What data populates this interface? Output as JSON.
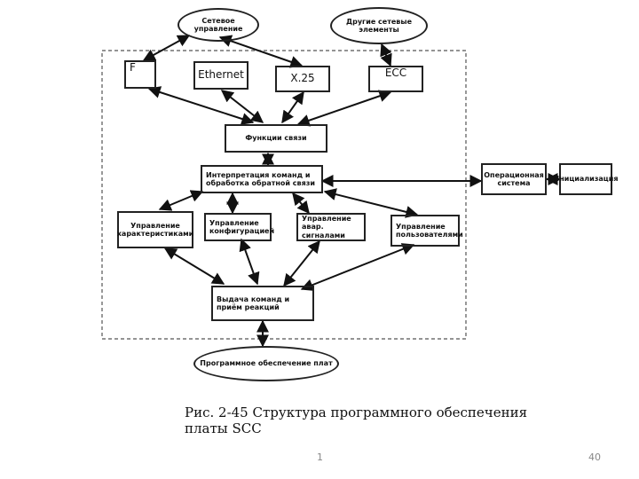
{
  "nodes": {
    "network_mgmt": "Сетевое управление",
    "other_elements": "Другие сетевые элементы",
    "f": "F",
    "ethernet": "Ethernet",
    "x25": "X.25",
    "ecc": "ECC",
    "link_functions": "Функции связи",
    "interpretation": "Интерпретация команд и обработка обратной связи",
    "op_system": "Операционная система",
    "initialization": "Инициализация",
    "char_mgmt": "Управление характеристиками",
    "config_mgmt": "Управление конфигурацией",
    "alarm_mgmt": "Управление авар. сигналами",
    "user_mgmt": "Управление пользователями",
    "cmd_output": "Выдача команд и приём реакций",
    "board_software": "Программное обеспечение плат"
  },
  "caption": "Рис. 2-45 Структура программного обеспечения платы SCC",
  "page": {
    "left": "1",
    "right": "40"
  }
}
